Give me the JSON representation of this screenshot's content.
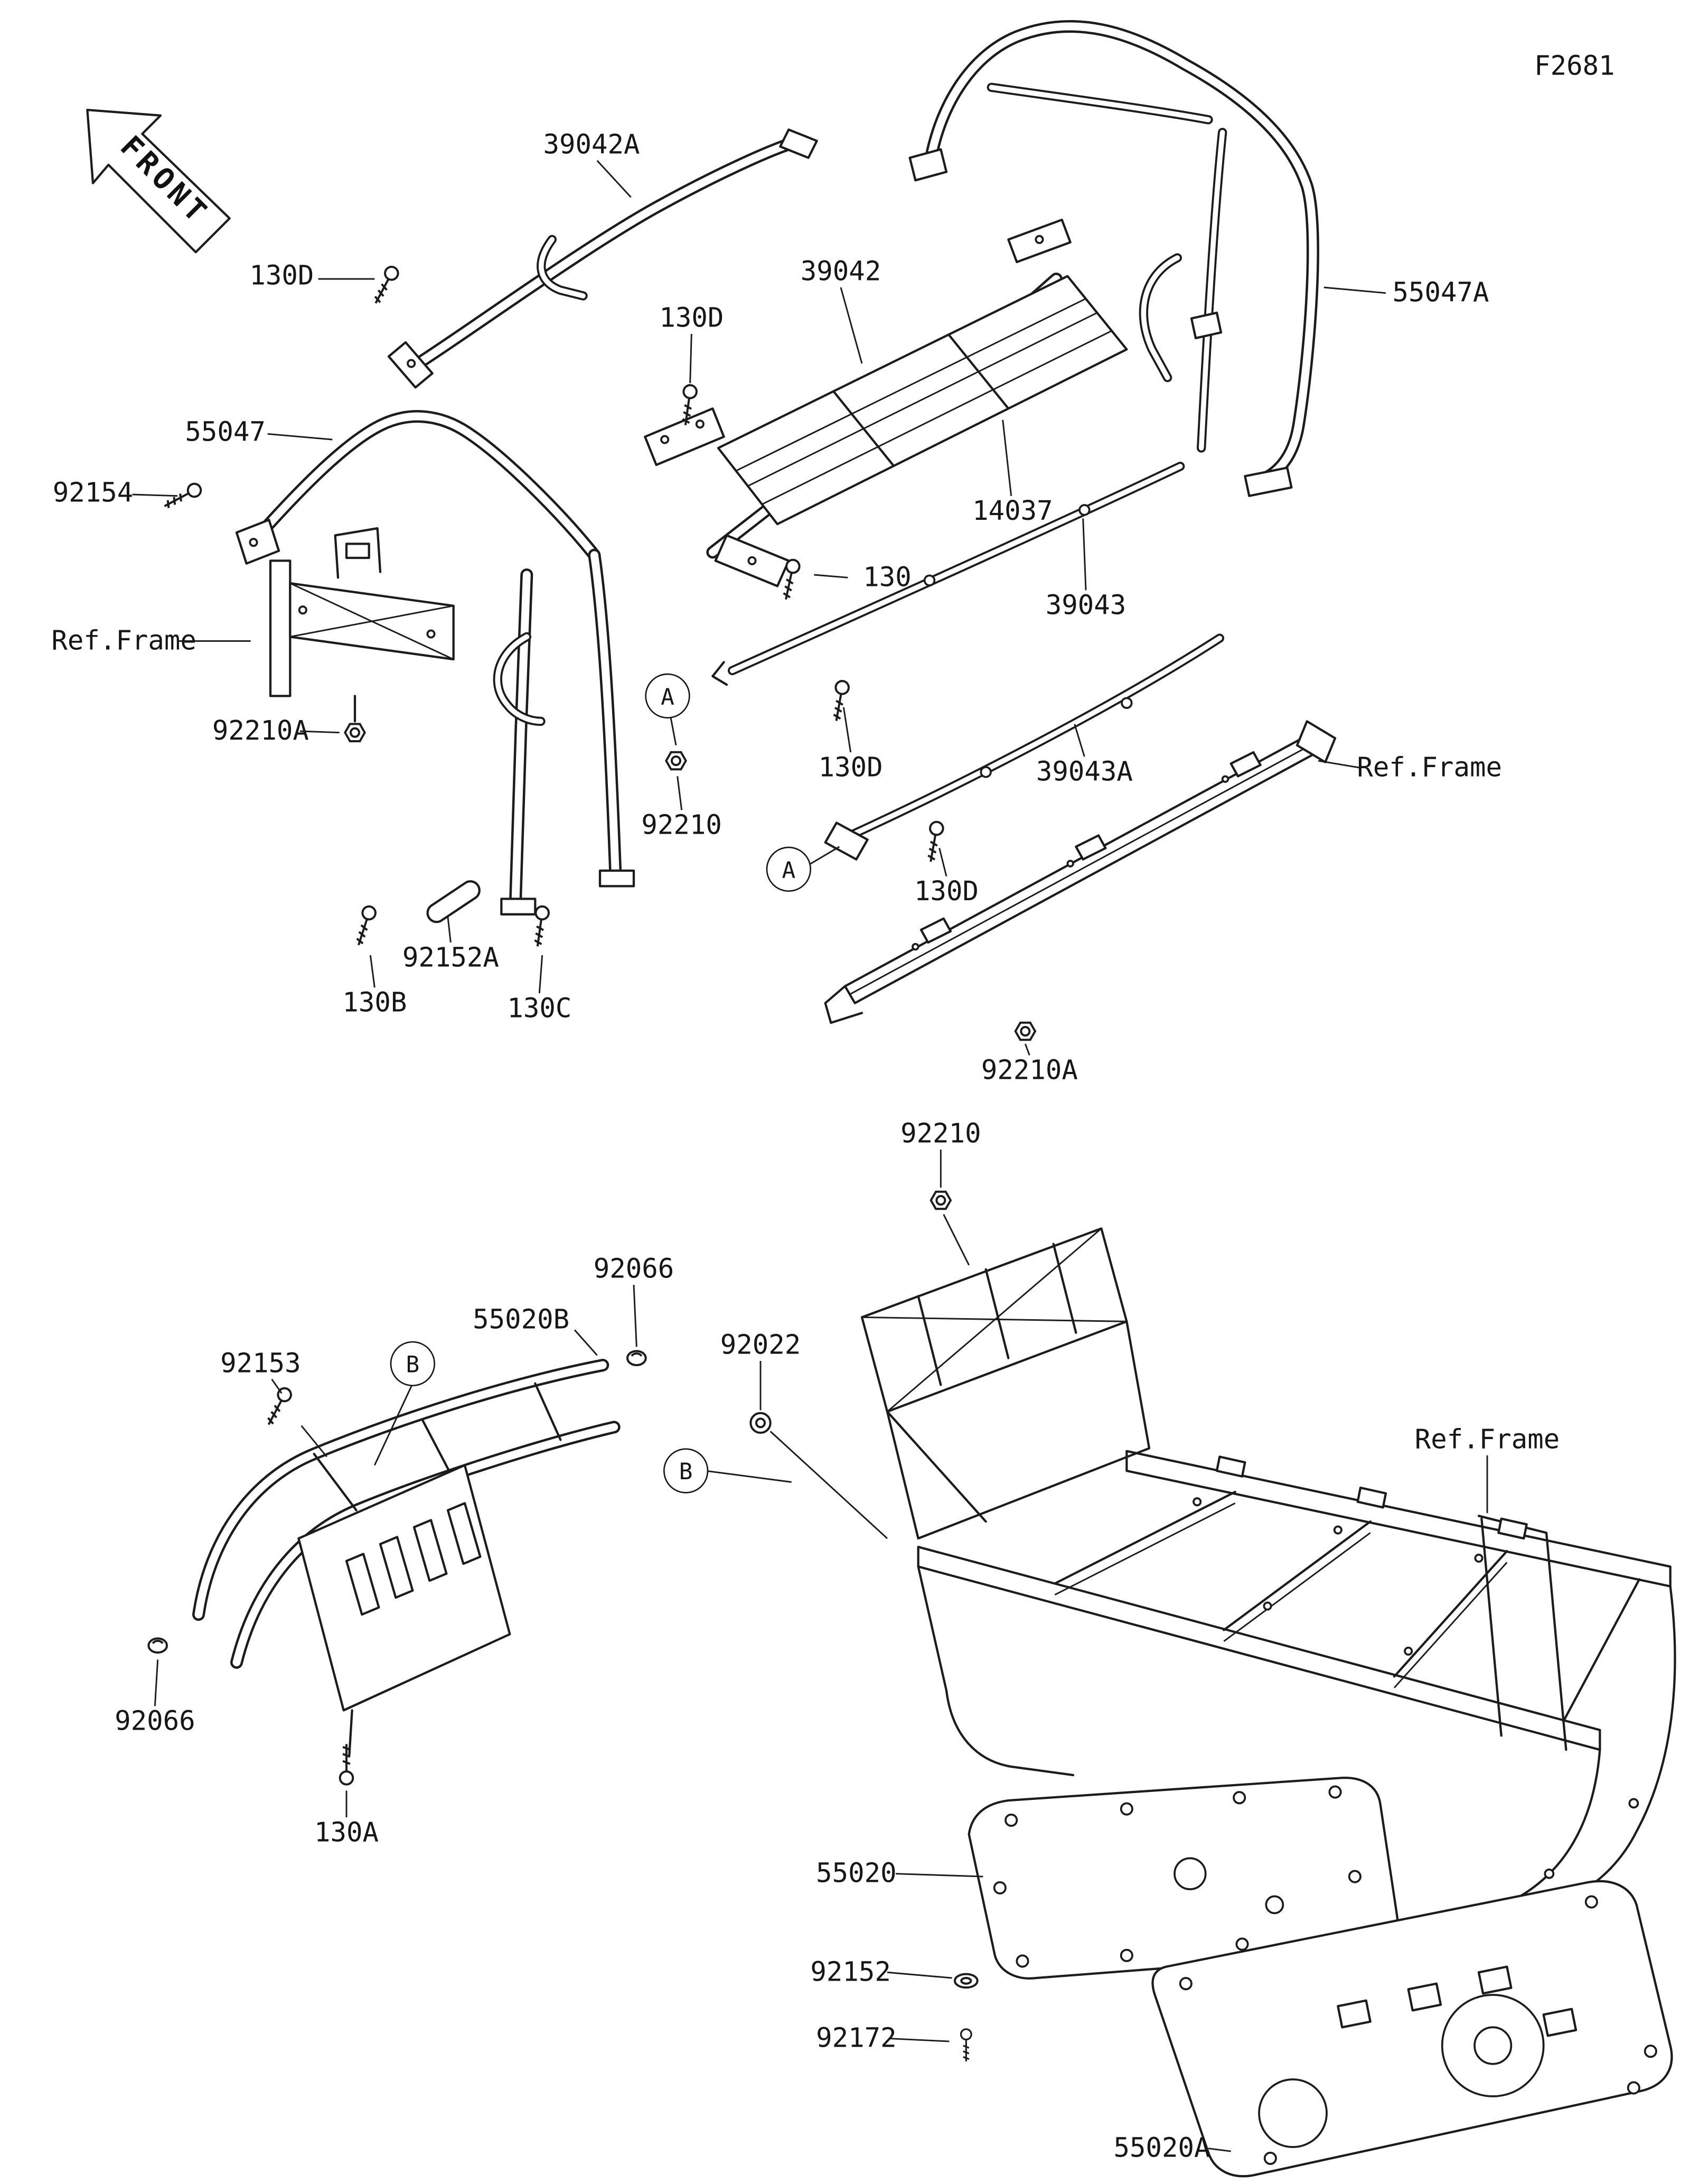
{
  "figure": {
    "code": "F2681",
    "front_indicator": "FRONT"
  },
  "labels": [
    {
      "id": "39042A",
      "text": "39042A"
    },
    {
      "id": "130D-1",
      "text": "130D"
    },
    {
      "id": "39042",
      "text": "39042"
    },
    {
      "id": "130D-2",
      "text": "130D"
    },
    {
      "id": "55047A",
      "text": "55047A"
    },
    {
      "id": "55047",
      "text": "55047"
    },
    {
      "id": "92154",
      "text": "92154"
    },
    {
      "id": "14037",
      "text": "14037"
    },
    {
      "id": "ref-frame-left",
      "text": "Ref.Frame"
    },
    {
      "id": "130",
      "text": "130"
    },
    {
      "id": "39043",
      "text": "39043"
    },
    {
      "id": "92210A-1",
      "text": "92210A"
    },
    {
      "id": "bubble-A-1",
      "text": "A"
    },
    {
      "id": "130D-3",
      "text": "130D"
    },
    {
      "id": "39043A",
      "text": "39043A"
    },
    {
      "id": "ref-frame-right",
      "text": "Ref.Frame"
    },
    {
      "id": "92210",
      "text": "92210"
    },
    {
      "id": "bubble-A-2",
      "text": "A"
    },
    {
      "id": "130D-4",
      "text": "130D"
    },
    {
      "id": "92152A",
      "text": "92152A"
    },
    {
      "id": "130B",
      "text": "130B"
    },
    {
      "id": "130C",
      "text": "130C"
    },
    {
      "id": "92210A-2",
      "text": "92210A"
    },
    {
      "id": "92210-2",
      "text": "92210"
    },
    {
      "id": "92066-1",
      "text": "92066"
    },
    {
      "id": "55020B",
      "text": "55020B"
    },
    {
      "id": "92022",
      "text": "92022"
    },
    {
      "id": "92153",
      "text": "92153"
    },
    {
      "id": "bubble-B-1",
      "text": "B"
    },
    {
      "id": "bubble-B-2",
      "text": "B"
    },
    {
      "id": "ref-frame-bottom",
      "text": "Ref.Frame"
    },
    {
      "id": "92066-2",
      "text": "92066"
    },
    {
      "id": "130A",
      "text": "130A"
    },
    {
      "id": "55020",
      "text": "55020"
    },
    {
      "id": "92152",
      "text": "92152"
    },
    {
      "id": "92172",
      "text": "92172"
    },
    {
      "id": "55020A",
      "text": "55020A"
    }
  ]
}
